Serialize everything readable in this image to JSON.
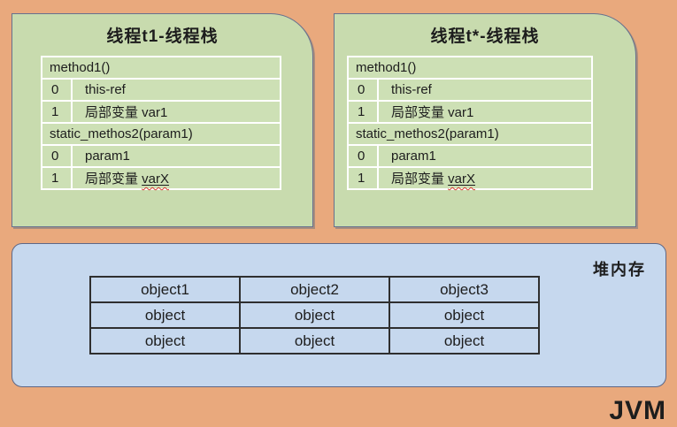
{
  "colors": {
    "background": "#e9a97d",
    "stack_fill": "#c8dbae",
    "stack_cell": "#cde0b5",
    "stack_grid": "#ffffff",
    "heap_fill": "#c6d8ee",
    "box_border": "#66708e",
    "table_border": "#2f2f2f",
    "text": "#1d1d1d",
    "wavy": "#d63a2f"
  },
  "stacks": [
    {
      "title": "线程t1-线程栈",
      "frames": [
        {
          "header": "method1()",
          "slots": [
            {
              "index": "0",
              "value": "this-ref"
            },
            {
              "index": "1",
              "value": "局部变量 var1"
            }
          ]
        },
        {
          "header": "static_methos2(param1)",
          "slots": [
            {
              "index": "0",
              "value": "param1"
            },
            {
              "index": "1",
              "value": "局部变量 ",
              "value_underlined": "varX"
            }
          ]
        }
      ]
    },
    {
      "title": "线程t*-线程栈",
      "frames": [
        {
          "header": "method1()",
          "slots": [
            {
              "index": "0",
              "value": "this-ref"
            },
            {
              "index": "1",
              "value": "局部变量 var1"
            }
          ]
        },
        {
          "header": "static_methos2(param1)",
          "slots": [
            {
              "index": "0",
              "value": "param1"
            },
            {
              "index": "1",
              "value": "局部变量 ",
              "value_underlined": "varX"
            }
          ]
        }
      ]
    }
  ],
  "heap": {
    "label": "堆内存",
    "table": {
      "headers": [
        "object1",
        "object2",
        "object3"
      ],
      "rows": [
        [
          "object",
          "object",
          "object"
        ],
        [
          "object",
          "object",
          "object"
        ]
      ]
    }
  },
  "jvm_label": "JVM"
}
